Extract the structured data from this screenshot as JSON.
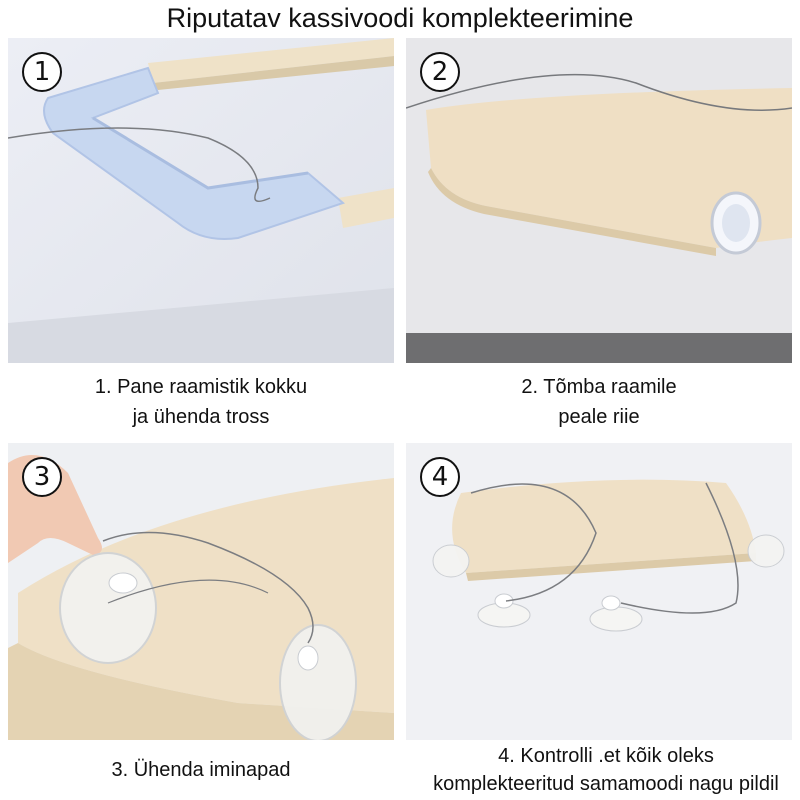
{
  "title": "Riputatav kassivoodi komplekteerimine",
  "steps": [
    {
      "badge": "1",
      "lines": [
        "1. Pane raamistik kokku",
        "ja ühenda tross"
      ]
    },
    {
      "badge": "2",
      "lines": [
        "2. Tõmba raamile",
        "peale riie"
      ]
    },
    {
      "badge": "3",
      "lines": [
        "3. Ühenda iminapad"
      ]
    },
    {
      "badge": "4",
      "lines": [
        "4. Kontrolli .et kõik oleks",
        "komplekteeritud samamoodi nagu pildil"
      ]
    }
  ],
  "colors": {
    "fabric": "#efe0c6",
    "frame_corner": "#c9d9f2",
    "background": "#e9ebf1"
  }
}
